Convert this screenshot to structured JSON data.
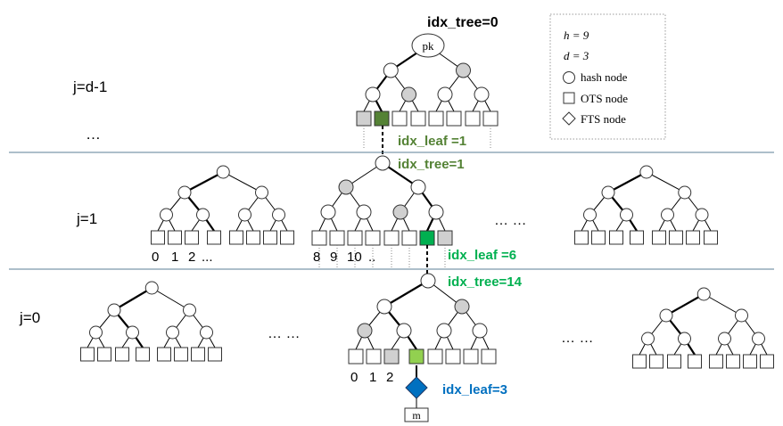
{
  "labels": {
    "layer_top": "j=d-1",
    "layer_mid": "j=1",
    "layer_bot": "j=0",
    "ellipsis_top": "…",
    "ellipsis_mid": "… …",
    "ellipsis_bot_left": "… …",
    "ellipsis_bot_right": "… …",
    "idx_tree_top": "idx_tree=0",
    "idx_leaf_top": "idx_leaf =1",
    "idx_tree_mid": "idx_tree=1",
    "idx_leaf_mid": "idx_leaf =6",
    "idx_tree_bot": "idx_tree=14",
    "idx_leaf_bot": "idx_leaf=3",
    "pk": "pk",
    "m": "m",
    "leaf_nums_mid_left": [
      "0",
      "1",
      "2",
      "..."
    ],
    "leaf_nums_mid_center": [
      "8",
      "9",
      "10",
      ".."
    ],
    "leaf_nums_bot": [
      "0",
      "1",
      "2"
    ]
  },
  "legend": {
    "h": "h = 9",
    "d": "d = 3",
    "hash": "hash node",
    "ots": "OTS node",
    "fts": "FTS node"
  },
  "colors": {
    "dark_green": "#548235",
    "green": "#00b050",
    "light_green": "#92d050",
    "blue": "#0070c0",
    "gray_fill": "#d0d0d0",
    "separator": "#5b7f95"
  }
}
